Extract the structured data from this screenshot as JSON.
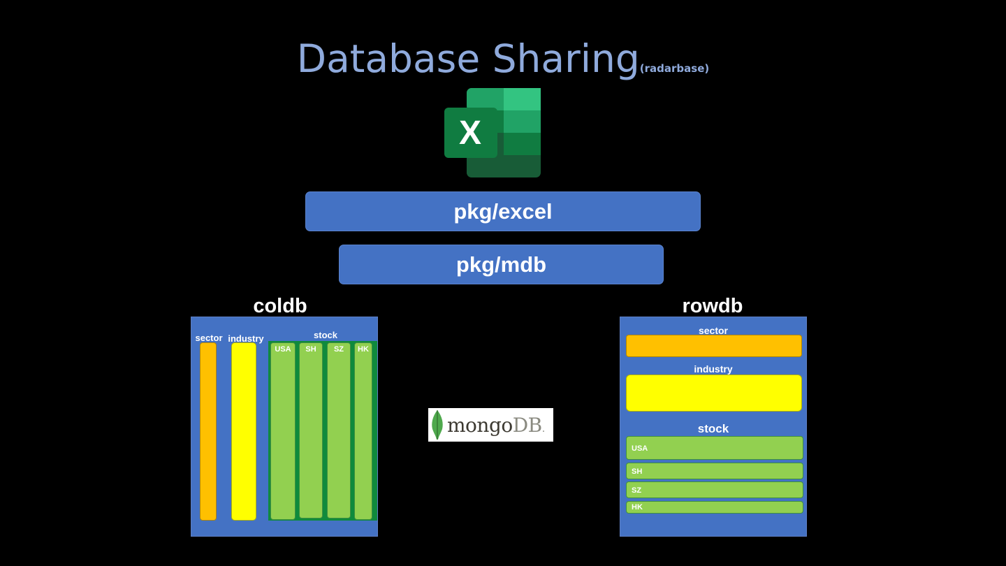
{
  "title": {
    "main": "Database Sharing",
    "sub": "(radarbase)"
  },
  "excel_icon": {
    "glyph": "X",
    "icon": "excel-icon"
  },
  "layers": {
    "excel": "pkg/excel",
    "mdb": "pkg/mdb"
  },
  "mongodb": {
    "name": "mongo",
    "suffix": "DB",
    "icon": "mongodb-leaf-icon"
  },
  "coldb": {
    "title": "coldb",
    "sector": "sector",
    "industry": "industry",
    "stock": "stock",
    "markets": [
      "USA",
      "SH",
      "SZ",
      "HK"
    ]
  },
  "rowdb": {
    "title": "rowdb",
    "sector": "sector",
    "industry": "industry",
    "stock": "stock",
    "markets": [
      "USA",
      "SH",
      "SZ",
      "HK"
    ]
  },
  "colors": {
    "background": "#000000",
    "panel": "#4472c4",
    "title": "#8faadc",
    "sector": "#ffc000",
    "industry": "#ffff00",
    "stock": "#92d050",
    "stock_frame": "#0f8a3c"
  }
}
